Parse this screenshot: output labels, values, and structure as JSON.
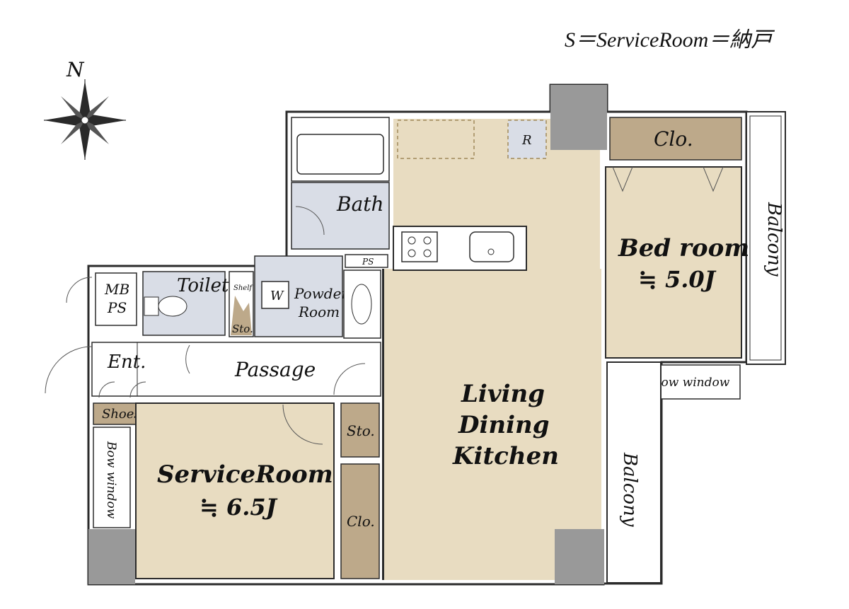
{
  "legend": "S＝ServiceRoom＝納戸",
  "compass": {
    "label": "N"
  },
  "colors": {
    "wall": "#999999",
    "wall_dark": "#9a9a9a",
    "living": "#e8dcc1",
    "wet": "#d9dde6",
    "storage": "#bda98a",
    "outline": "#2b2b2b"
  },
  "rooms": {
    "bath": "Bath",
    "toilet": "Toilet",
    "mb_ps_1": "MB",
    "mb_ps_2": "PS",
    "shelf": "Shelf",
    "sto_small": "Sto.",
    "w": "W",
    "powder_1": "Powder",
    "powder_2": "Room",
    "ps": "PS",
    "refrigerator": "R",
    "entrance": "Ent.",
    "passage": "Passage",
    "shoes_box": "Shoes Box",
    "bow_window_left": "Bow window",
    "service_room_1": "ServiceRoom",
    "service_room_2": "≒ 6.5J",
    "sto_mid": "Sto.",
    "clo_mid": "Clo.",
    "ldk_1": "Living",
    "ldk_2": "Dining",
    "ldk_3": "Kitchen",
    "clo_top": "Clo.",
    "bedroom_1": "Bed room",
    "bedroom_2": "≒ 5.0J",
    "balcony_top": "Balcony",
    "bow_window_right": "Bow window",
    "balcony_bottom": "Balcony"
  }
}
